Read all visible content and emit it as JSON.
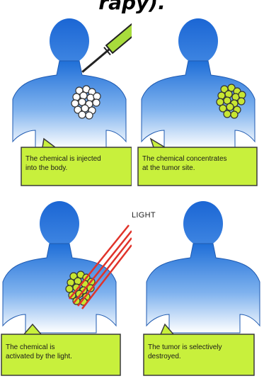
{
  "heading": "rapy).",
  "panels": [
    {
      "caption": "The chemical is injected\ninto the body."
    },
    {
      "caption": "The chemical concentrates\nat the tumor site."
    },
    {
      "caption": "The chemical is\nactivated by the light."
    },
    {
      "caption": "The tumor is selectively\ndestroyed."
    }
  ],
  "light_label": "LIGHT",
  "colors": {
    "body_top": "#1f6fd8",
    "body_bottom": "#ffffff",
    "caption_fill": "#c8f03c",
    "caption_stroke": "#3a3a3a",
    "tumor_white": "#ffffff",
    "tumor_yellow": "#c8e632",
    "syringe": "#a8dc3c",
    "light_ray": "#e0332a"
  },
  "icons": [
    "syringe-icon",
    "light-beam-icon"
  ]
}
